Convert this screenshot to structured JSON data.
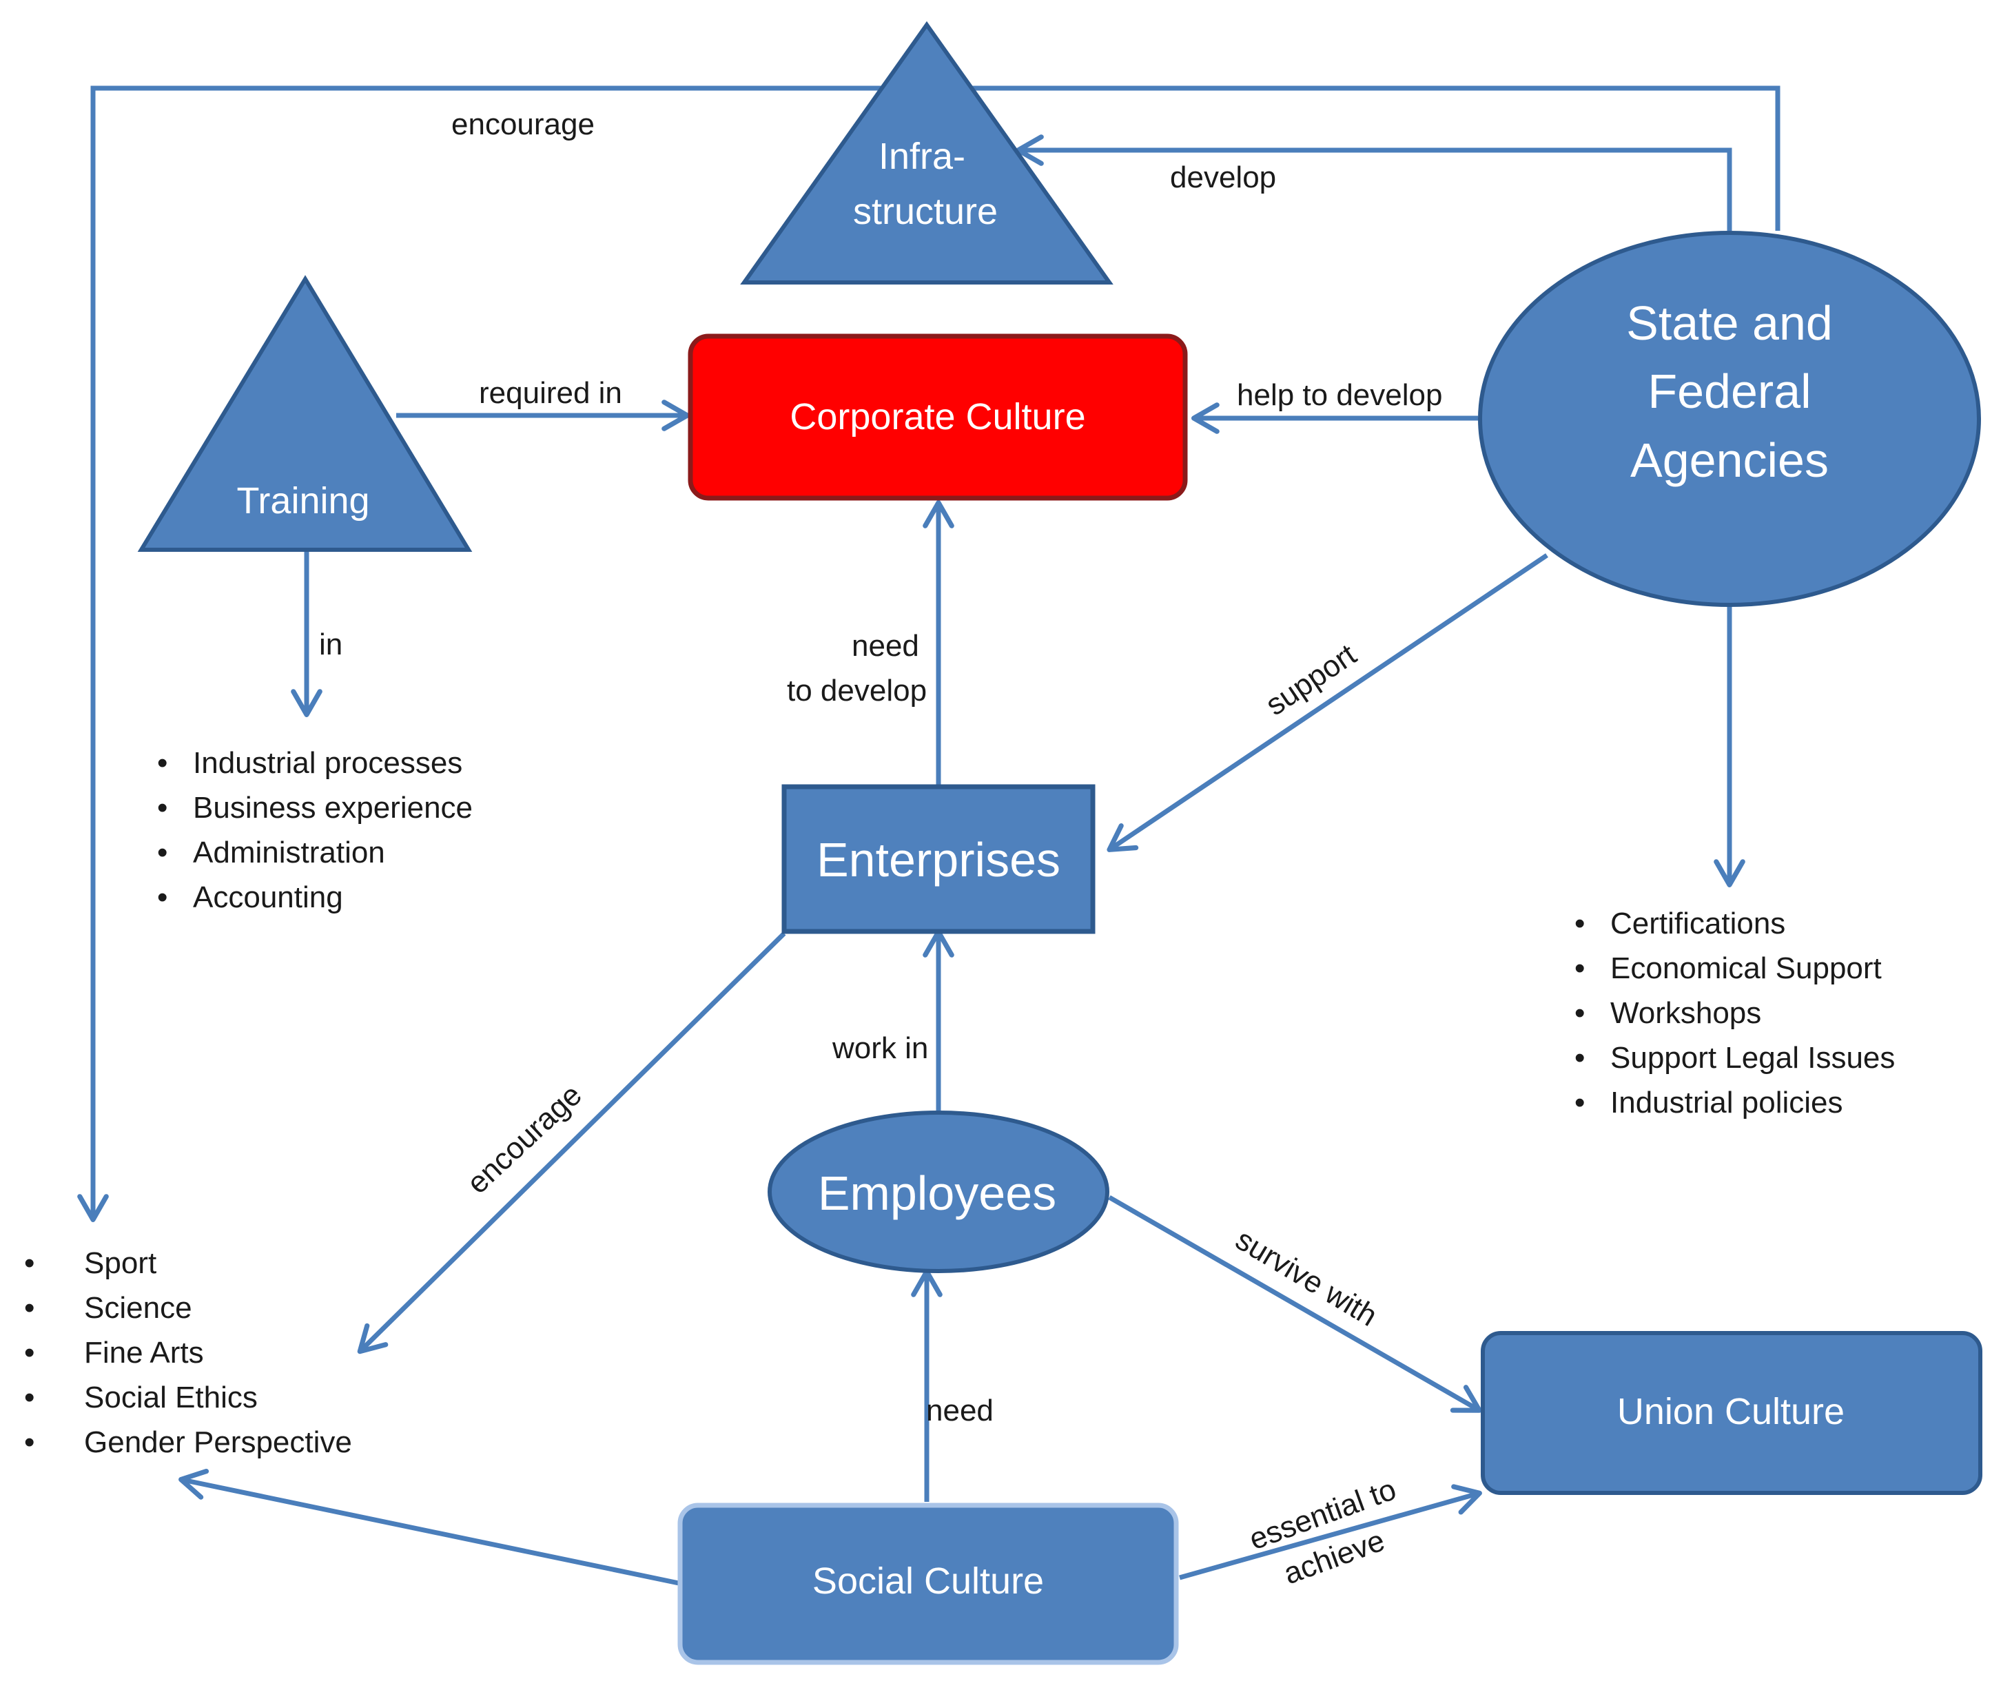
{
  "colors": {
    "node_fill": "#4F81BD",
    "node_stroke": "#2E5A8E",
    "highlight_fill": "#FF0000",
    "highlight_stroke": "#8B1A1A",
    "connector": "#4A7EBB"
  },
  "nodes": {
    "infrastructure": {
      "line1": "Infra-",
      "line2": "structure"
    },
    "training": {
      "label": "Training"
    },
    "corporate_culture": {
      "label": "Corporate Culture"
    },
    "state_agencies": {
      "line1": "State and",
      "line2": "Federal",
      "line3": "Agencies"
    },
    "enterprises": {
      "label": "Enterprises"
    },
    "employees": {
      "label": "Employees"
    },
    "union_culture": {
      "label": "Union Culture"
    },
    "social_culture": {
      "label": "Social Culture"
    }
  },
  "edges": {
    "encourage_top": "encourage",
    "develop": "develop",
    "required_in": "required in",
    "help_to_develop": "help to develop",
    "in": "in",
    "need_to_develop_1": "need",
    "need_to_develop_2": "to develop",
    "support": "support",
    "work_in": "work in",
    "encourage_diag": "encourage",
    "survive_with": "survive with",
    "need": "need",
    "essential_1": "essential to",
    "essential_2": "achieve"
  },
  "lists": {
    "training_items": [
      "Industrial processes",
      "Business experience",
      "Administration",
      "Accounting"
    ],
    "agency_items": [
      "Certifications",
      "Economical Support",
      "Workshops",
      "Support Legal Issues",
      "Industrial policies"
    ],
    "social_items": [
      "Sport",
      "Science",
      "Fine Arts",
      "Social Ethics",
      "Gender Perspective"
    ]
  },
  "bullet_char": "•"
}
